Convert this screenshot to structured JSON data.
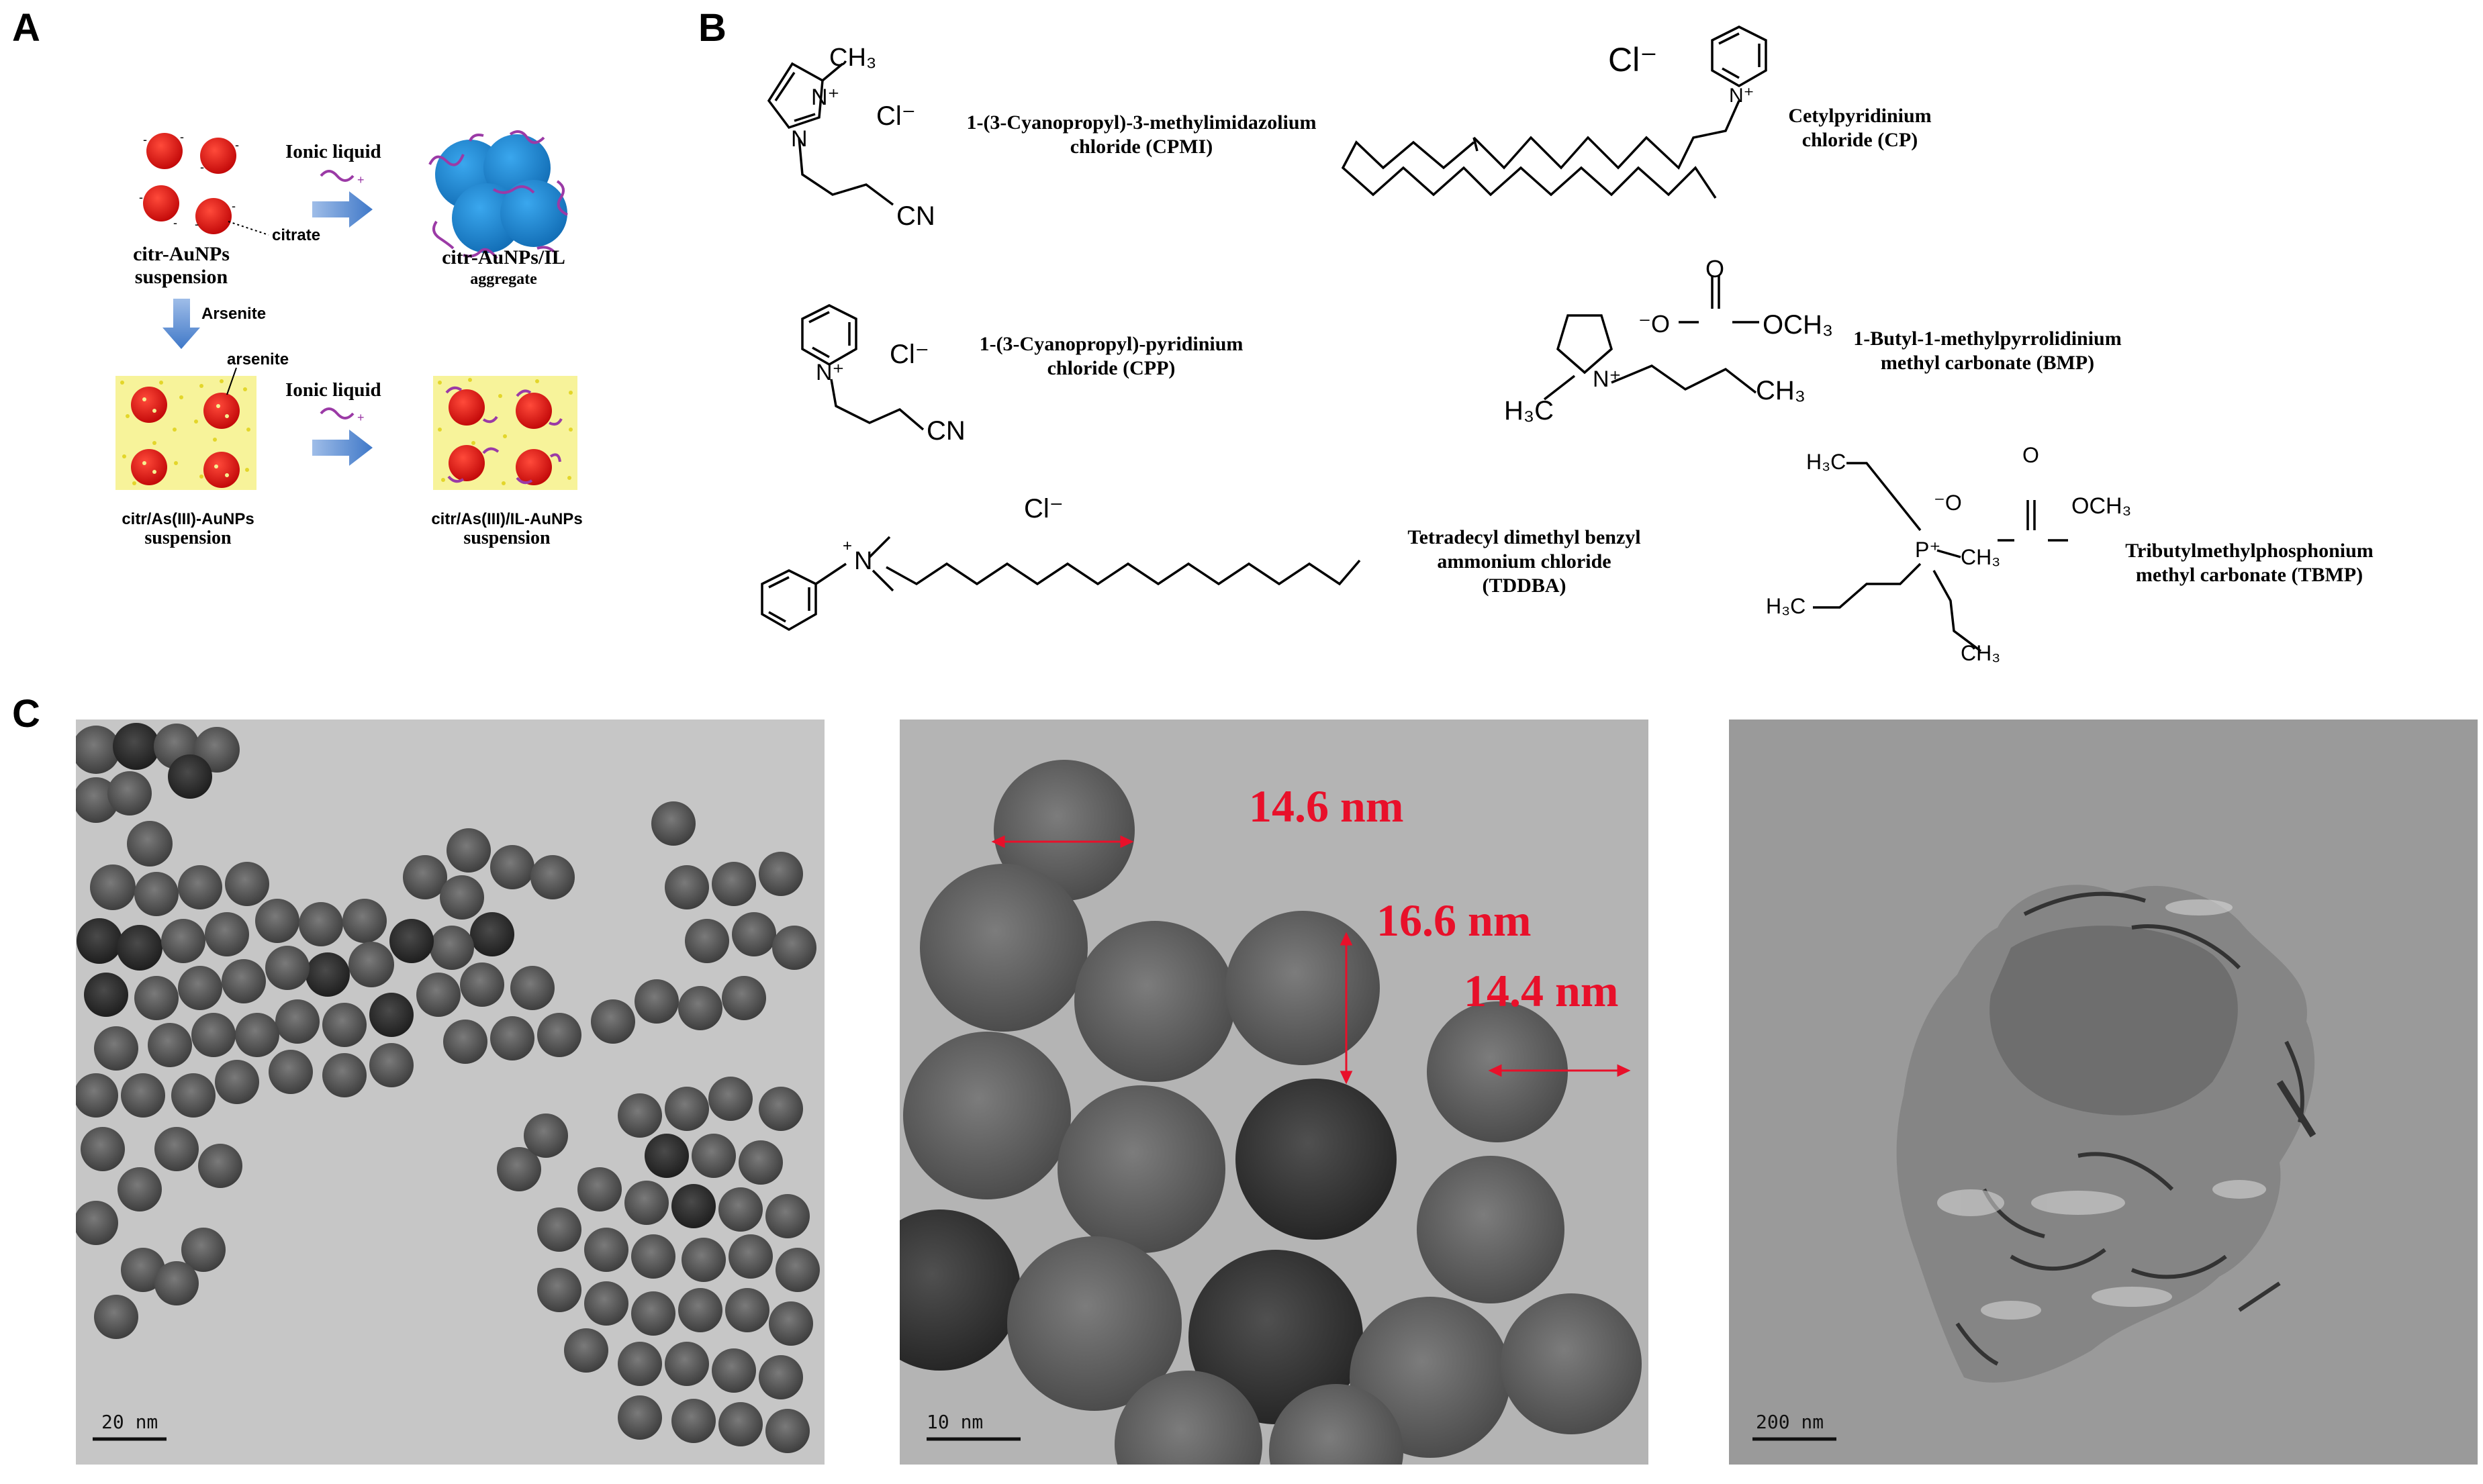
{
  "panels": {
    "a": "A",
    "b": "B",
    "c": "C"
  },
  "schemeA": {
    "ionic_liquid_1": "Ionic liquid",
    "ionic_liquid_2": "Ionic liquid",
    "citrate": "citrate",
    "arsenite_arrow": "Arsenite",
    "arsenite_label": "arsenite",
    "s1_line1": "citr-AuNPs",
    "s1_line2": "suspension",
    "s2_line1": "citr-AuNPs/IL",
    "s2_line2": "aggregate",
    "s3_line1": "citr/As(III)-AuNPs",
    "s3_line2": "suspension",
    "s4_line1": "citr/As(III)/IL-AuNPs",
    "s4_line2": "suspension"
  },
  "chemicals": {
    "cpmi": {
      "l1": "1-(3-Cyanopropyl)-3-methylimidazolium",
      "l2": "chloride (CPMI)"
    },
    "cp": {
      "l1": "Cetylpyridinium",
      "l2": "chloride (CP)"
    },
    "cpp": {
      "l1": "1-(3-Cyanopropyl)-pyridinium",
      "l2": "chloride (CPP)"
    },
    "bmp": {
      "l1": "1-Butyl-1-methylpyrrolidinium",
      "l2": "methyl carbonate (BMP)"
    },
    "tddba": {
      "l1": "Tetradecyl dimethyl benzyl",
      "l2": "ammonium chloride",
      "l3": "(TDDBA)"
    },
    "tbmp": {
      "l1": "Tributylmethylphosphonium",
      "l2": "methyl carbonate (TBMP)"
    }
  },
  "structure_text": {
    "cl": "Cl⁻",
    "cn": "CN",
    "ch3": "CH₃",
    "och3": "OCH₃",
    "h3c": "H₃C",
    "n_plus": "N⁺",
    "n_plain": "N",
    "p_plus": "P⁺",
    "o_minus": "⁻O",
    "o": "O",
    "plus": "+"
  },
  "tem": {
    "scale1": "20 nm",
    "scale2": "10 nm",
    "scale3": "200 nm",
    "m1": "14.6 nm",
    "m2": "16.6 nm",
    "m3": "14.4 nm"
  },
  "colors": {
    "measure": "#e8102a",
    "gold_np": "#e01818",
    "aggregate": "#1f8fd6",
    "arrow": "#5b8ed6",
    "ligand": "#9b3aa6",
    "arsenite_dots": "#e8e030"
  }
}
